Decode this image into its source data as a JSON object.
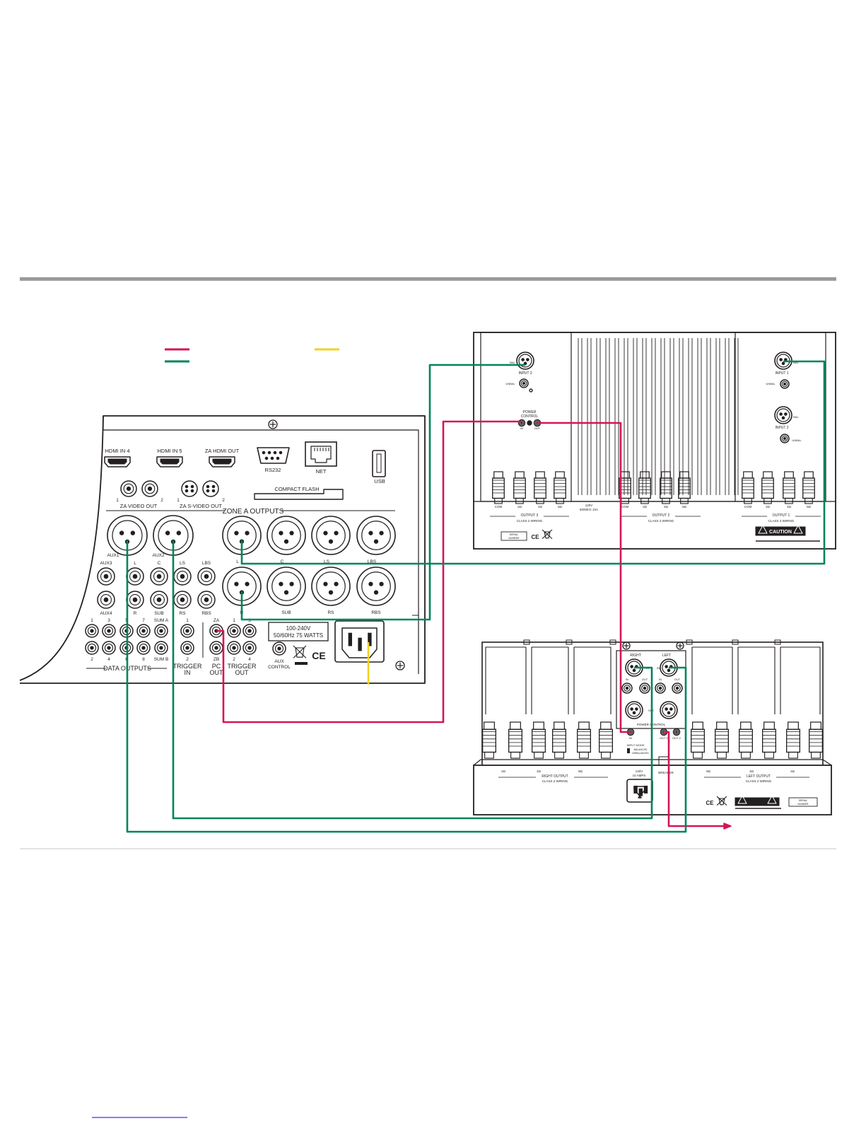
{
  "colors": {
    "power_control": "#d4145a",
    "audio": "#00845e",
    "ac_power": "#f2d21e",
    "rule": "#9b9b9b",
    "stroke": "#231f20",
    "panel_fill": "#f4f4f4",
    "link": "#0000ee"
  },
  "preamp": {
    "hdmi_labels": [
      "HDMI IN 4",
      "HDMI IN 5",
      "ZA HDMI OUT"
    ],
    "rs232": "RS232",
    "net": "NET",
    "usb": "USB",
    "za_video_out": "ZA VIDEO OUT",
    "za_svideo_out": "ZA S-VIDEO OUT",
    "compact_flash": "COMPACT FLASH",
    "zone_a_outputs": "ZONE A OUTPUTS",
    "xlr_top_labels": [
      "L",
      "C",
      "LS",
      "LBS"
    ],
    "xlr_bottom_labels": [
      "R",
      "SUB",
      "RS",
      "RBS"
    ],
    "aux_labels": [
      "AUX1",
      "AUX2"
    ],
    "rca_top_labels": [
      "AUX3",
      "L",
      "C",
      "LS",
      "LBS"
    ],
    "rca_bottom_labels": [
      "AUX4",
      "R",
      "SUB",
      "RS",
      "RBS"
    ],
    "data_top_labels": [
      "1",
      "3",
      "5",
      "7",
      "SUM A"
    ],
    "data_bottom_labels": [
      "2",
      "4",
      "6",
      "8",
      "SUM B"
    ],
    "data_outputs": "DATA OUTPUTS",
    "trigger_in_lines": [
      "TRIGGER",
      "IN"
    ],
    "trigger_out_lines": [
      "TRIGGER",
      "OUT"
    ],
    "pc_out_lines": [
      "PC",
      "OUT"
    ],
    "za": "ZA",
    "zb": "ZB",
    "aux_control_lines": [
      "AUX",
      "CONTROL"
    ],
    "voltage_lines": [
      "100-240V",
      "50/60Hz 75 WATTS"
    ],
    "ce": "CE",
    "small_digits": [
      "1",
      "2"
    ]
  },
  "amp_top": {
    "input_labels": [
      "INPUT 3",
      "INPUT 1",
      "INPUT 2"
    ],
    "bal": "BAL",
    "unbal": "UNBAL",
    "power_control_lines": [
      "POWER",
      "CONTROL"
    ],
    "pc_in_out": [
      "IN",
      "OUT"
    ],
    "terminal_labels": [
      "COM",
      "2Ω",
      "4Ω",
      "8Ω"
    ],
    "output_labels": [
      "OUTPUT 3",
      "OUTPUT 2",
      "OUTPUT 1"
    ],
    "class2": "CLASS 2 WIRING",
    "rating_lines": [
      "120V",
      "50/60Hz 10A"
    ],
    "serial_lines": [
      "SERIAL",
      "NUMBER"
    ],
    "caution": "CAUTION",
    "ce": "CE"
  },
  "amp_bottom": {
    "right": "RIGHT",
    "left": "LEFT",
    "in": "IN",
    "out": "OUT",
    "power_control": "POWER CONTROL",
    "pc_labels": [
      "IN",
      "OUT 1",
      "OUT 2"
    ],
    "input_mode_lines": [
      "INPUT MODE",
      "BALANCED",
      "UNBALANCED"
    ],
    "right_output": "RIGHT OUTPUT",
    "left_output": "LEFT OUTPUT",
    "class2": "CLASS 2 WIRING",
    "impedance_left": [
      "2Ω",
      "4Ω",
      "8Ω"
    ],
    "impedance_right": [
      "8Ω",
      "4Ω",
      "2Ω"
    ],
    "rating_lines": [
      "120V",
      "10 AMPS"
    ],
    "serial_lines": [
      "SERIAL",
      "NUMBER"
    ],
    "breaker": "BREAKER",
    "ce": "CE"
  }
}
